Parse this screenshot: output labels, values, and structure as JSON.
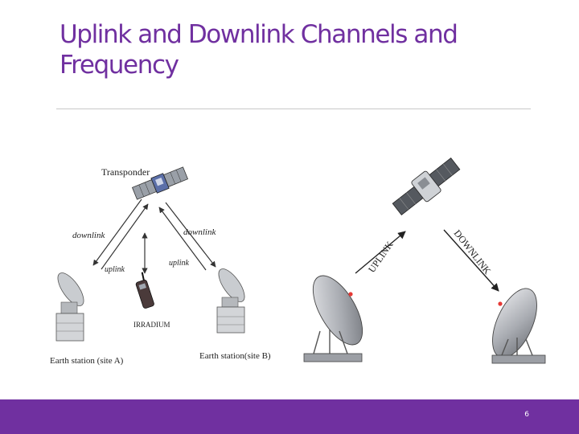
{
  "slide": {
    "title": "Uplink and Downlink Channels and Frequency",
    "page_number": "6"
  },
  "left_diagram": {
    "transponder": "Transponder",
    "downlink_left": "downlink",
    "uplink_left": "uplink",
    "downlink_right": "downlink",
    "uplink_right": "uplink",
    "iridium": "IRRADIUM",
    "station_a": "Earth station (site A)",
    "station_b": "Earth station(site B)"
  },
  "right_diagram": {
    "uplink": "UPLINK",
    "downlink": "DOWNLINK"
  },
  "colors": {
    "accent": "#7030a0",
    "rule": "#c8c8c8",
    "footer_text": "#ffffff"
  }
}
